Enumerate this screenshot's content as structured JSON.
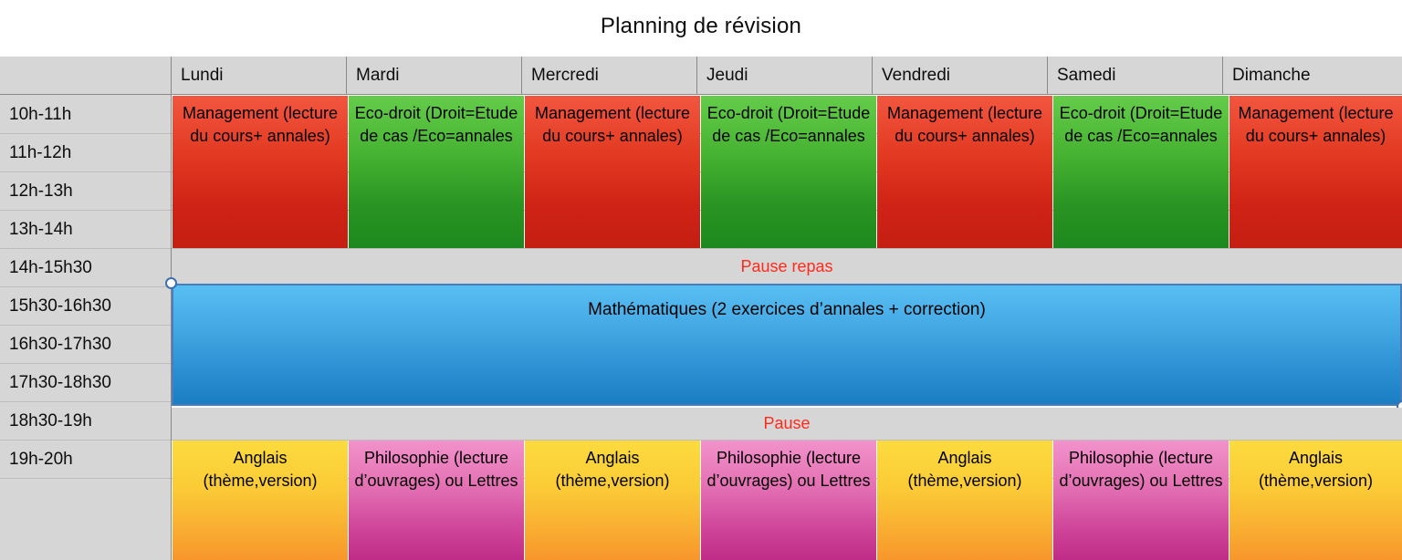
{
  "title": "Planning de révision",
  "table": {
    "corner_label": "",
    "days": [
      "Lundi",
      "Mardi",
      "Mercredi",
      "Jeudi",
      "Vendredi",
      "Samedi",
      "Dimanche"
    ],
    "time_slots": [
      "10h-11h",
      "11h-12h",
      "12h-13h",
      "13h-14h",
      "14h-15h30",
      "15h30-16h30",
      "16h30-17h30",
      "17h30-18h30",
      "18h30-19h",
      "19h-20h"
    ],
    "morning_block": {
      "time_range": "10h-14h",
      "cells": [
        {
          "day": "Lundi",
          "text": "Management (lecture du cours+ annales)",
          "color": "#e33a22"
        },
        {
          "day": "Mardi",
          "text": "Eco-droit (Droit=Etude de cas /Eco=annales",
          "color": "#2a9423"
        },
        {
          "day": "Mercredi",
          "text": "Management (lecture du cours+ annales)",
          "color": "#e33a22"
        },
        {
          "day": "Jeudi",
          "text": "Eco-droit (Droit=Etude de cas /Eco=annales",
          "color": "#2a9423"
        },
        {
          "day": "Vendredi",
          "text": "Management (lecture du cours+ annales)",
          "color": "#e33a22"
        },
        {
          "day": "Samedi",
          "text": "Eco-droit (Droit=Etude de cas /Eco=annales",
          "color": "#2a9423"
        },
        {
          "day": "Dimanche",
          "text": "Management (lecture du cours+ annales)",
          "color": "#e33a22"
        }
      ]
    },
    "pause_lunch": {
      "label": "Pause repas",
      "time_range": "14h-15h30",
      "text_color": "#ff2a1c"
    },
    "maths_block": {
      "label": "Mathématiques (2 exercices d’annales + correction)",
      "time_range": "15h30-18h30",
      "color": "#2b8fd2",
      "selected": true
    },
    "pause_evening": {
      "label": "Pause",
      "time_range": "18h30-19h",
      "text_color": "#ff2a1c"
    },
    "evening_block": {
      "time_range": "19h-20h",
      "cells": [
        {
          "day": "Lundi",
          "text": "Anglais (thème,version)",
          "color": "#f9ad31"
        },
        {
          "day": "Mardi",
          "text": "Philosophie (lecture d’ouvrages) ou Lettres",
          "color": "#d0479b"
        },
        {
          "day": "Mercredi",
          "text": "Anglais (thème,version)",
          "color": "#f9ad31"
        },
        {
          "day": "Jeudi",
          "text": "Philosophie (lecture d’ouvrages) ou Lettres",
          "color": "#d0479b"
        },
        {
          "day": "Vendredi",
          "text": "Anglais (thème,version)",
          "color": "#f9ad31"
        },
        {
          "day": "Samedi",
          "text": "Philosophie (lecture d’ouvrages) ou Lettres",
          "color": "#d0479b"
        },
        {
          "day": "Dimanche",
          "text": "Anglais (thème,version)",
          "color": "#f9ad31"
        }
      ]
    }
  }
}
